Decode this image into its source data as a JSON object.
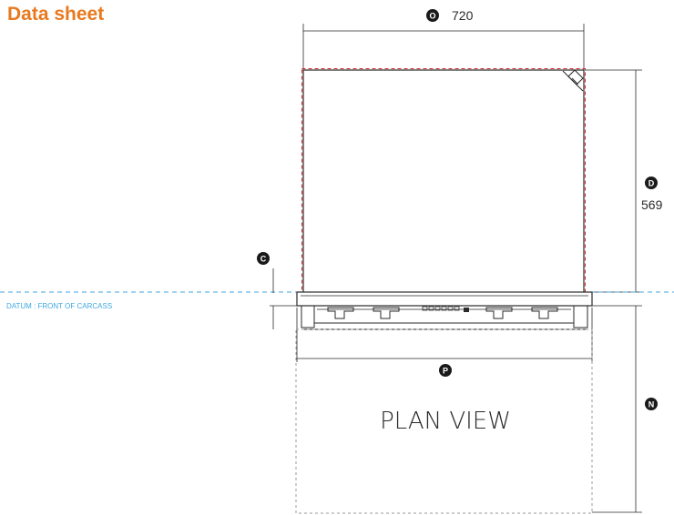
{
  "header": {
    "title": "Data sheet"
  },
  "dimensions": {
    "O": {
      "badge": "O",
      "value": "720"
    },
    "D": {
      "badge": "D",
      "value": "569"
    },
    "C": {
      "badge": "C"
    },
    "P": {
      "badge": "P"
    },
    "N": {
      "badge": "N"
    }
  },
  "datum": {
    "label": "DATUM : FRONT OF CARCASS",
    "color": "#3fa7e0"
  },
  "view": {
    "label": "PLAN VIEW"
  },
  "colors": {
    "title": "#e8791f",
    "cutout_outline": "#d9262b",
    "line": "#2a2a2a",
    "hidden_line": "#9a9a9a"
  }
}
